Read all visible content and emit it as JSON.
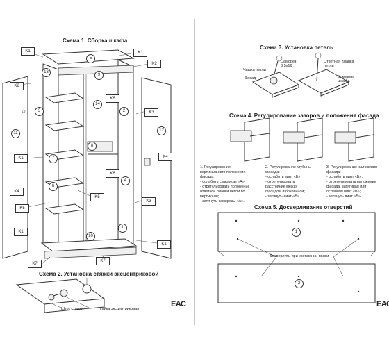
{
  "left_sheet": {
    "scheme1_title": "Схема 1. Сборка шкафа",
    "scheme2_title": "Схема 2. Установка стяжки эксцентриковой",
    "tags": [
      "K1",
      "K1",
      "K2",
      "K2",
      "K3",
      "K3",
      "K4",
      "K4",
      "K5",
      "K5",
      "K6",
      "K6",
      "K7",
      "K7",
      "K1",
      "K1"
    ],
    "numbers": [
      "5",
      "9",
      "13",
      "14",
      "2",
      "3",
      "11",
      "12",
      "4",
      "8",
      "10",
      "7",
      "6",
      "1"
    ],
    "label_rod": "Шток стяжки",
    "label_nut": "Гайка эксцентриковая",
    "eac": "ЕАС"
  },
  "right_sheet": {
    "scheme3_title": "Схема 3. Установка петель",
    "scheme4_title": "Схема 4. Регулирование зазоров и положения фасада",
    "scheme5_title": "Схема 5. Досверливание отверстий",
    "hinge_labels": {
      "cup": "Чашка петли",
      "screw": "Саморез\n3,5х16",
      "facade": "Фасад",
      "plate": "Ответная планка\nпетли",
      "side": "Боковина\nшкафа"
    },
    "step1": [
      "1. Регулирование",
      "вертикального положения",
      "фасада:",
      "- ослабить саморезы «А»;",
      "- отрегулировать положение",
      "ответной планки петли по",
      "вертикали;",
      "- затянуть саморезы «А»."
    ],
    "step2": [
      "2. Регулирование  глубины",
      "фасада:",
      "- ослабить винт «Б»;",
      "- отрегулировать",
      "расстояние между",
      "фасадом и боковиной;",
      "- затянуть винт «Б»."
    ],
    "step3": [
      "3. Регулирование наложения",
      "фасада:",
      "- ослабить винт «Б»;",
      "- отрегулировать наложение",
      "фасада, затягивая или",
      "ослабляя винт «В»;",
      "- затянуть винт «Б»."
    ],
    "panel_numbers": [
      "1",
      "2"
    ],
    "drill_note": "Досверлить при креплении полки",
    "eac": "ЕАС"
  }
}
